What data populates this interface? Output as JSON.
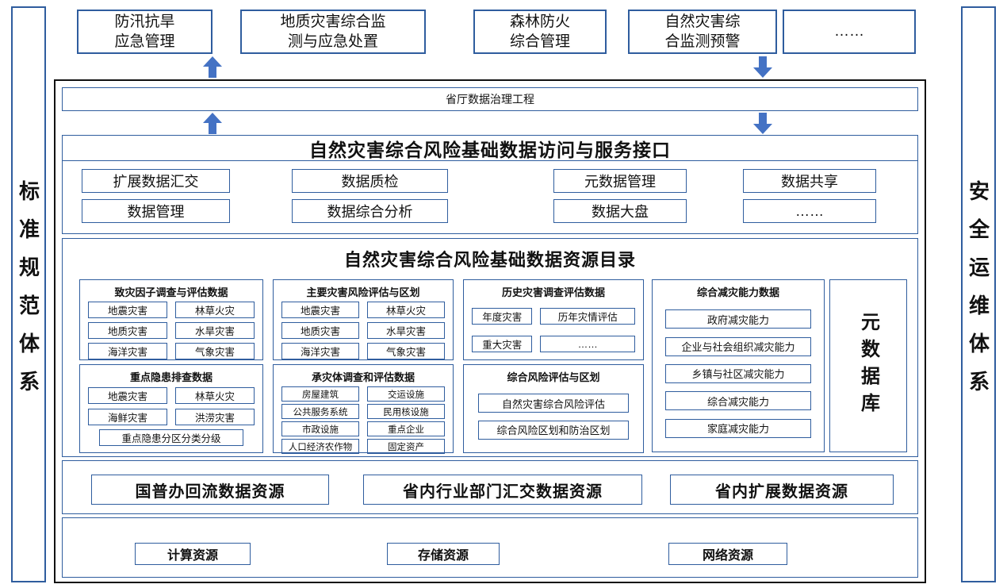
{
  "colors": {
    "accent": "#2F5D9E",
    "arrow": "#4472C4",
    "frame": "#111111"
  },
  "sidebar_left": {
    "label": "标准规范体系"
  },
  "sidebar_right": {
    "label": "安全运维体系"
  },
  "top_apps": {
    "items": [
      {
        "label": "防汛抗旱\n应急管理"
      },
      {
        "label": "地质灾害综合监\n测与应急处置"
      },
      {
        "label": "森林防火\n综合管理"
      },
      {
        "label": "自然灾害综\n合监测预警"
      },
      {
        "label": "……"
      }
    ]
  },
  "governance_bar": {
    "label": "省厅数据治理工程"
  },
  "service_layer": {
    "title": "自然灾害综合风险基础数据访问与服务接口",
    "row1": [
      "扩展数据汇交",
      "数据质检",
      "元数据管理",
      "数据共享"
    ],
    "row2": [
      "数据管理",
      "数据综合分析",
      "数据大盘",
      "……"
    ]
  },
  "catalog": {
    "title": "自然灾害综合风险基础数据资源目录",
    "groups": {
      "hazard_factor": {
        "title": "致灾因子调查与评估数据",
        "items": [
          "地震灾害",
          "林草火灾",
          "地质灾害",
          "水旱灾害",
          "海洋灾害",
          "气象灾害"
        ]
      },
      "major_risk": {
        "title": "主要灾害风险评估与区划",
        "items": [
          "地震灾害",
          "林草火灾",
          "地质灾害",
          "水旱灾害",
          "海洋灾害",
          "气象灾害"
        ]
      },
      "historical": {
        "title": "历史灾害调查评估数据",
        "items": [
          "年度灾害",
          "历年灾情评估",
          "重大灾害",
          "……"
        ]
      },
      "mitigation": {
        "title": "综合减灾能力数据",
        "items": [
          "政府减灾能力",
          "企业与社会组织减灾能力",
          "乡镇与社区减灾能力",
          "综合减灾能力",
          "家庭减灾能力"
        ]
      },
      "hidden_danger": {
        "title": "重点隐患排查数据",
        "items": [
          "地震灾害",
          "林草火灾",
          "海鲜灾害",
          "洪涝灾害"
        ],
        "wide_item": "重点隐患分区分类分级"
      },
      "bearing_body": {
        "title": "承灾体调查和评估数据",
        "items": [
          "房屋建筑",
          "交运设施",
          "公共服务系统",
          "民用核设施",
          "市政设施",
          "重点企业",
          "人口经济农作物",
          "固定资产"
        ]
      },
      "comprehensive_risk": {
        "title": "综合风险评估与区划",
        "items": [
          "自然灾害综合风险评估",
          "综合风险区划和防治区划"
        ]
      }
    },
    "metadata_db": {
      "label": "元数据库"
    }
  },
  "data_sources": {
    "items": [
      "国普办回流数据资源",
      "省内行业部门汇交数据资源",
      "省内扩展数据资源"
    ]
  },
  "resources": {
    "items": [
      "计算资源",
      "存储资源",
      "网络资源"
    ]
  }
}
